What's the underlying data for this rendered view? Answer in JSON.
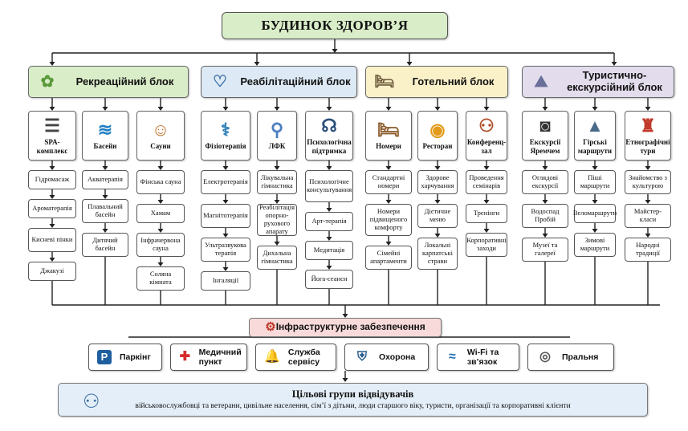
{
  "title": "БУДИНОК ЗДОРОВ’Я",
  "colors": {
    "title_bg": "#d9edc8",
    "recreation_bg": "#d9edc8",
    "rehab_bg": "#dde9f5",
    "hotel_bg": "#fbf1c9",
    "tourism_bg": "#e2dcec",
    "infra_bg": "#f8dada",
    "target_bg": "#e4eef8",
    "parking_icon": "#1f5fa0",
    "medical_icon": "#d62b2b",
    "service_icon": "#f0b90b",
    "security_icon": "#2a5e8c"
  },
  "blocks": [
    {
      "label": "Рекреаційний блок",
      "icon": "lotus-icon",
      "categories": [
        {
          "label": "SPA-комплекс",
          "icon": "spa-stones-icon",
          "items": [
            "Гідромасаж",
            "Ароматерапія",
            "Кисневі пінки",
            "Джакузі"
          ]
        },
        {
          "label": "Басейн",
          "icon": "swimmer-icon",
          "items": [
            "Акватерапія",
            "Плавальний басейн",
            "Дитячий басейн"
          ]
        },
        {
          "label": "Сауни",
          "icon": "sauna-person-icon",
          "items": [
            "Фінська сауна",
            "Хамам",
            "Інфрачервона сауна",
            "Соляна кімната"
          ]
        }
      ]
    },
    {
      "label": "Реабілітаційний блок",
      "icon": "heart-hands-icon",
      "categories": [
        {
          "label": "Фізіотерапія",
          "icon": "physiotherapy-icon",
          "items": [
            "Електротерапія",
            "Магнітотерапія",
            "Ультразвукова терапія",
            "Інгаляції"
          ]
        },
        {
          "label": "ЛФК",
          "icon": "exercise-person-icon",
          "items": [
            "Лікувальна гімнастика",
            "Реабілітація опорно-рухового апарату",
            "Дихальна гімнастика"
          ]
        },
        {
          "label": "Психологічна підтримка",
          "icon": "head-brain-icon",
          "items": [
            "Психологічне консультування",
            "Арт-терапія",
            "Медитація",
            "Йога-сеанси"
          ]
        }
      ]
    },
    {
      "label": "Готельний блок",
      "icon": "bed-icon",
      "categories": [
        {
          "label": "Номери",
          "icon": "room-bed-icon",
          "items": [
            "Стандартні номери",
            "Номери підвищеного комфорту",
            "Сімейні апартаменти"
          ]
        },
        {
          "label": "Ресторан",
          "icon": "dish-icon",
          "items": [
            "Здорове харчування",
            "Дієтичне меню",
            "Локальні карпатські страви"
          ]
        },
        {
          "label": "Конференц-зал",
          "icon": "meeting-people-icon",
          "items": [
            "Проведення семінарів",
            "Тренінги",
            "Корпоративні заходи"
          ]
        }
      ]
    },
    {
      "label": "Туристично-екскурсійний блок",
      "icon": "mountains-icon",
      "categories": [
        {
          "label": "Екскурсії Яремчем",
          "icon": "camera-icon",
          "items": [
            "Оглядові екскурсії",
            "Водоспад Пробій",
            "Музеї та галереї"
          ]
        },
        {
          "label": "Гірські маршрути",
          "icon": "mountain-icon",
          "items": [
            "Піші маршрути",
            "Веломаршрути",
            "Зимові маршрути"
          ]
        },
        {
          "label": "Етнографічні тури",
          "icon": "folk-costume-icon",
          "items": [
            "Знайомство з культурою",
            "Майстер-класи",
            "Народні традиції"
          ]
        }
      ]
    }
  ],
  "infrastructure": {
    "label": "Інфраструктурне забезпечення",
    "icon": "gears-icon",
    "services": [
      {
        "label": "Паркінг",
        "icon": "parking-icon"
      },
      {
        "label": "Медичний пункт",
        "icon": "medical-cross-icon"
      },
      {
        "label": "Служба сервісу",
        "icon": "service-bell-icon"
      },
      {
        "label": "Охорона",
        "icon": "shield-icon"
      },
      {
        "label": "Wi-Fi та зв’язок",
        "icon": "wifi-icon"
      },
      {
        "label": "Пральня",
        "icon": "washing-machine-icon"
      }
    ]
  },
  "target_groups": {
    "label": "Цільові групи відвідувачів",
    "description": "військовослужбовці та ветерани, цивільне населення, сім’ї з дітьми, люди старшого віку, туристи, організації та корпоративні клієнти",
    "icon": "people-group-icon"
  }
}
